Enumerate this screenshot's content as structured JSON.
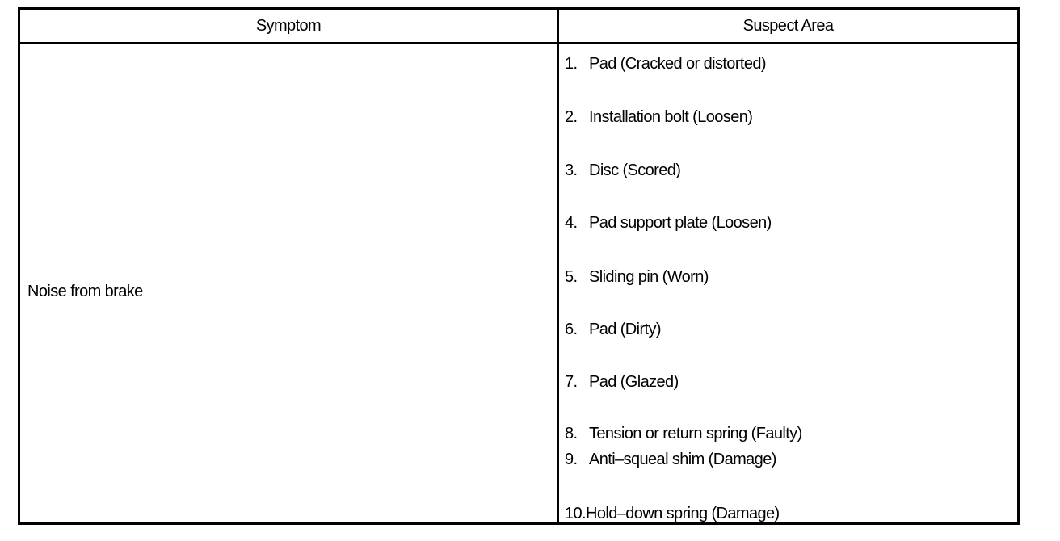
{
  "table": {
    "headers": {
      "symptom": "Symptom",
      "suspect_area": "Suspect Area"
    },
    "symptom": "Noise from brake",
    "suspect_areas": [
      {
        "num": "1.",
        "text": "Pad (Cracked or distorted)"
      },
      {
        "num": "2.",
        "text": "Installation bolt (Loosen)"
      },
      {
        "num": "3.",
        "text": "Disc (Scored)"
      },
      {
        "num": "4.",
        "text": "Pad support plate (Loosen)"
      },
      {
        "num": "5.",
        "text": "Sliding pin (Worn)"
      },
      {
        "num": "6.",
        "text": "Pad (Dirty)"
      },
      {
        "num": "7.",
        "text": "Pad (Glazed)"
      },
      {
        "num": "8.",
        "text": "Tension or return spring (Faulty)"
      },
      {
        "num": "9.",
        "text": "Anti–squeal shim (Damage)"
      },
      {
        "num": "10.",
        "text": "Hold–down spring (Damage)"
      }
    ]
  }
}
